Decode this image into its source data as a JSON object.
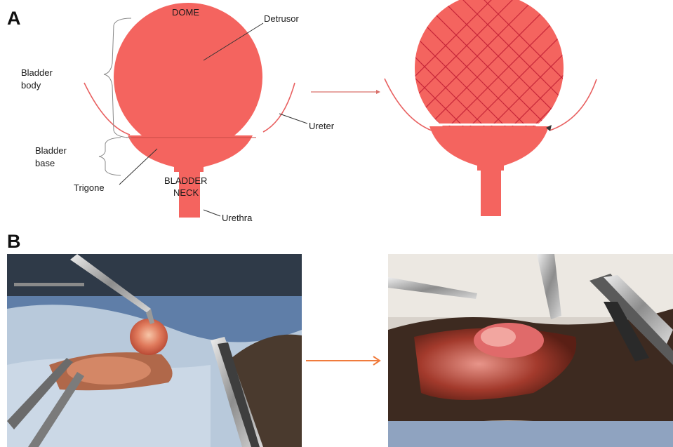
{
  "panel_a": {
    "letter": "A",
    "labels": {
      "dome": "DOME",
      "detrusor": "Detrusor",
      "bladder_body_1": "Bladder",
      "bladder_body_2": "body",
      "bladder_base_1": "Bladder",
      "bladder_base_2": "base",
      "trigone": "Trigone",
      "bladder_neck_1": "BLADDER",
      "bladder_neck_2": "NECK",
      "urethra": "Urethra",
      "ureter": "Ureter"
    }
  },
  "panel_b": {
    "letter": "B"
  },
  "colors": {
    "bladder": "#f4645f",
    "mesh": "#c8283a",
    "ureter": "#e86060",
    "arrow_a": "#d9706a",
    "arrow_b": "#f07b3c"
  }
}
